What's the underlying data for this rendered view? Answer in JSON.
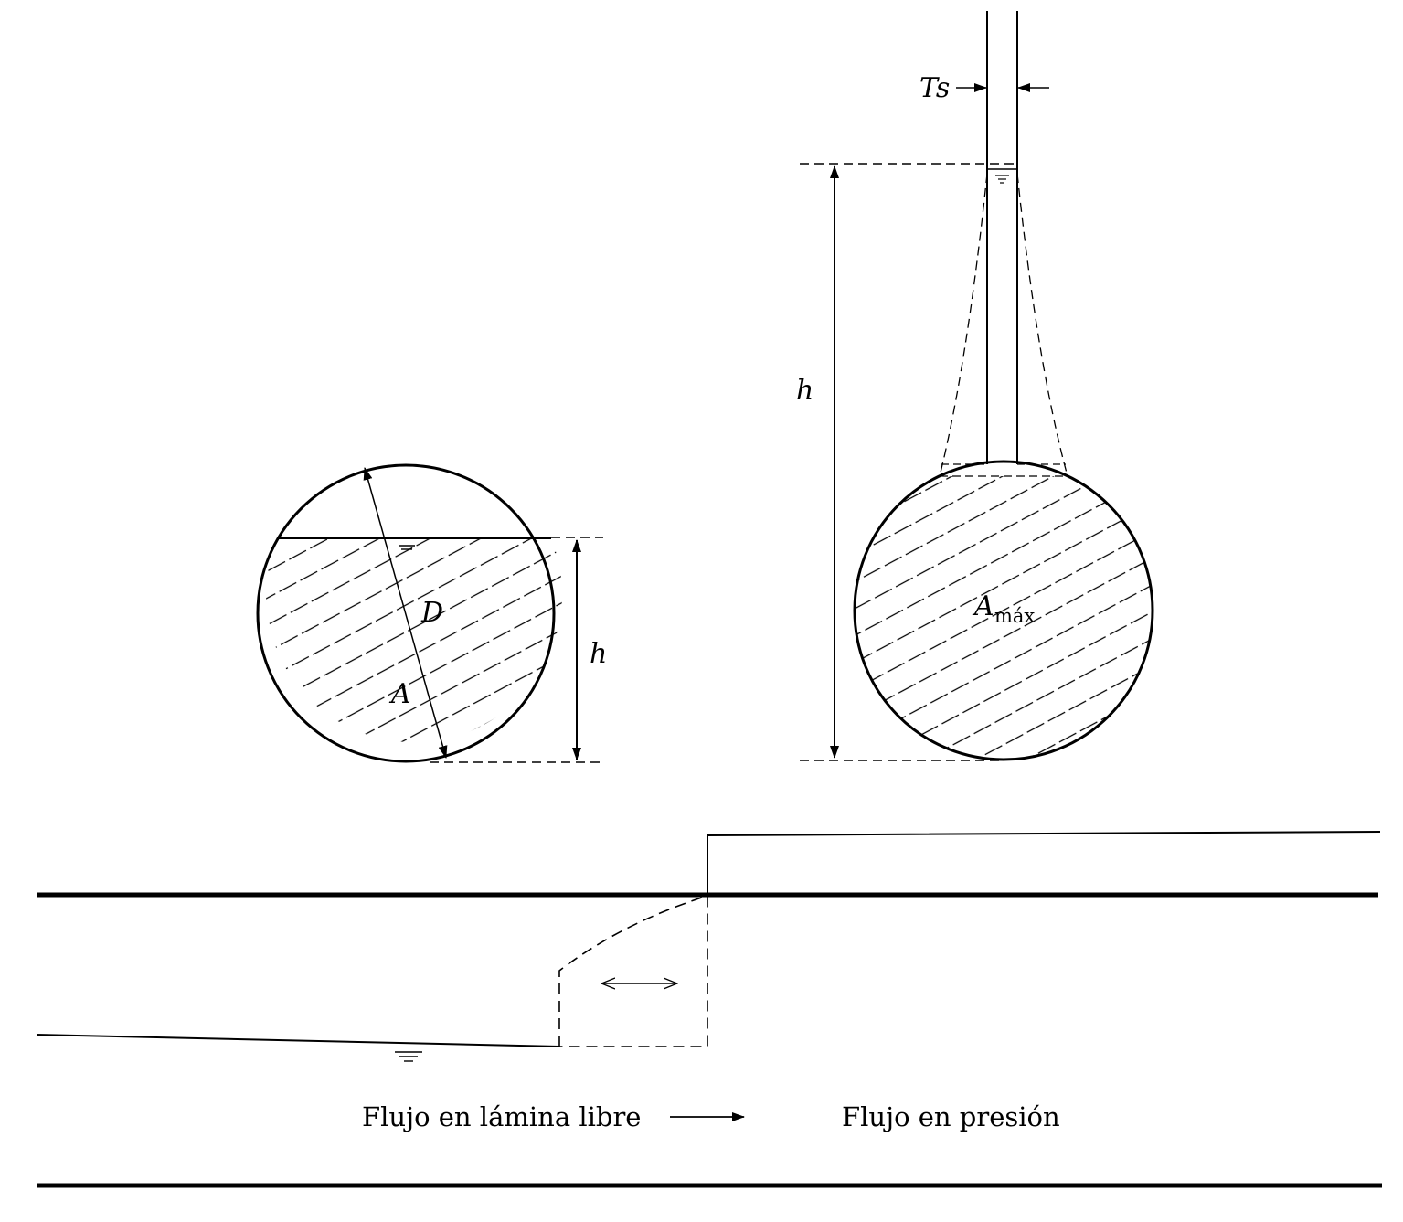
{
  "labels": {
    "diameter": "D",
    "area_partial": "A",
    "depth_left": "h",
    "depth_right": "h",
    "slot_width": "Ts",
    "area_max_main": "A",
    "area_max_sub": "máx"
  },
  "captions": {
    "free_surface": "Flujo en lámina libre",
    "pressure": "Flujo en presión"
  }
}
